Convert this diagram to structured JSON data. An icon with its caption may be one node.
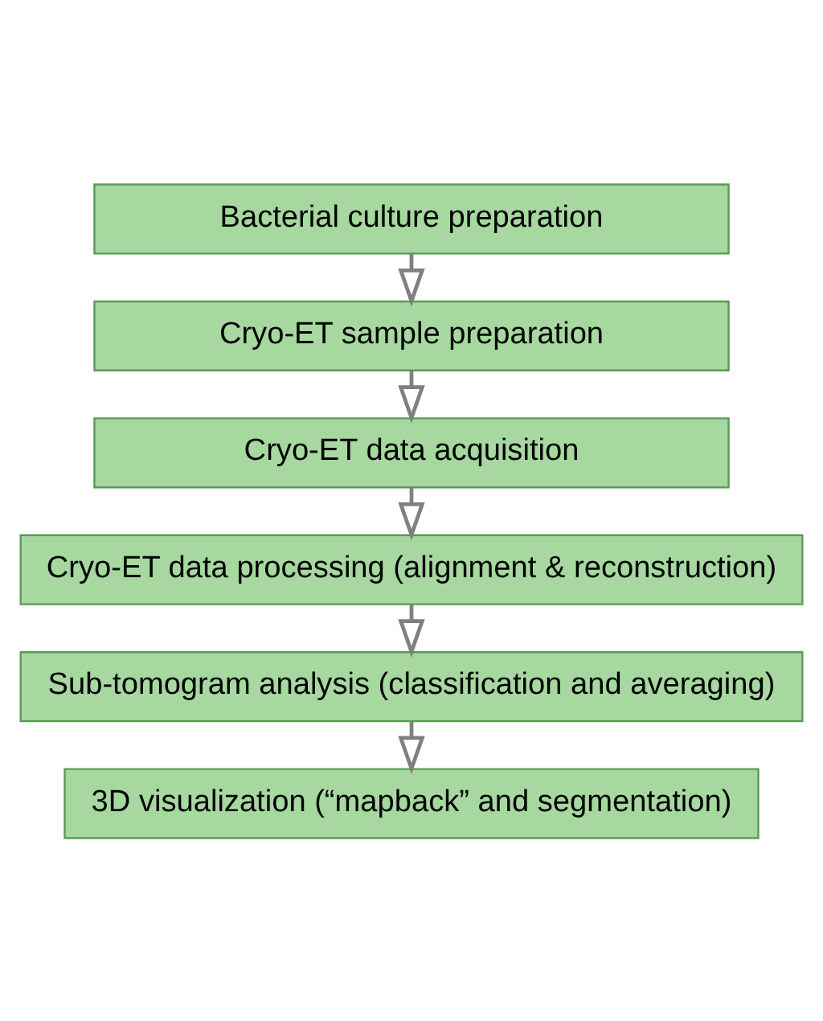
{
  "diagram": {
    "nodes": [
      {
        "text": [
          "Bacterial culture preparation"
        ]
      },
      {
        "text": [
          "Cryo-ET sample preparation"
        ]
      },
      {
        "text": [
          "Cryo-ET data acquisition"
        ]
      },
      {
        "text": [
          "Cryo-ET data processing (alignment & reconstruction)"
        ]
      },
      {
        "text": [
          "Sub-tomogram analysis (classification and averaging)"
        ]
      },
      {
        "text": [
          "3D visualization (“mapback” and segmentation)"
        ]
      }
    ],
    "edges": [
      {
        "from": 0,
        "to": 1,
        "arrow": "to"
      },
      {
        "from": 1,
        "to": 2,
        "arrow": "to"
      },
      {
        "from": 2,
        "to": 3,
        "arrow": "to"
      },
      {
        "from": 3,
        "to": 4,
        "arrow": "to"
      },
      {
        "from": 4,
        "to": 5,
        "arrow": "to"
      }
    ]
  }
}
